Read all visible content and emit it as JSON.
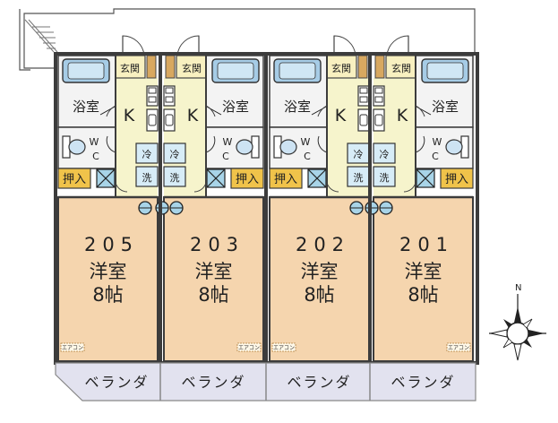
{
  "units": [
    {
      "room_no": "205",
      "type": "洋室",
      "size": "8帖",
      "flip": false,
      "double_vent": false
    },
    {
      "room_no": "203",
      "type": "洋室",
      "size": "8帖",
      "flip": true,
      "double_vent": true
    },
    {
      "room_no": "202",
      "type": "洋室",
      "size": "8帖",
      "flip": false,
      "double_vent": false
    },
    {
      "room_no": "201",
      "type": "洋室",
      "size": "8帖",
      "flip": true,
      "double_vent": true
    }
  ],
  "labels": {
    "entrance": "玄関",
    "bath": "浴室",
    "kitchen": "K",
    "toilet_w": "W",
    "toilet_c": "C",
    "fridge": "冷",
    "washer": "洗",
    "closet": "押入",
    "aircon": "エアコン",
    "veranda": "ベランダ"
  },
  "compass": {
    "north": "N"
  },
  "colors": {
    "room_floor": "#f5d5ae",
    "wet_floor": "#f6f4cc",
    "genkan_floor": "#f8f0c0",
    "bath_floor": "#f3f3f3",
    "tub_fill": "#a6cce6",
    "toilet_fill": "#cde3f3",
    "closet_fill": "#f0c34a",
    "ps_fill": "#a8d4e8",
    "wall": "#3c3c3c",
    "veranda_fill": "#e2e2ef"
  }
}
